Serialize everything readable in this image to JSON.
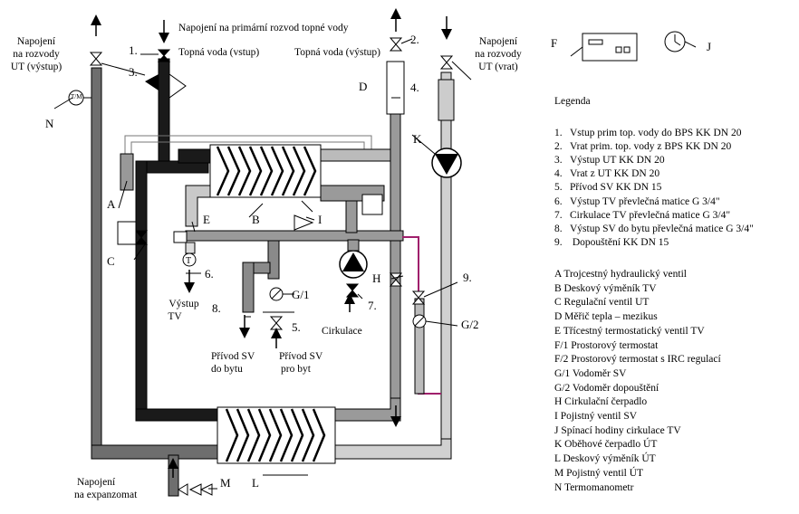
{
  "texts": {
    "primary_connection": "Napojení na primární rozvod topné vody",
    "ut_out_1": "Napojení",
    "ut_out_2": "na rozvody",
    "ut_out_3": "UT (výstup)",
    "ut_back_1": "Napojení",
    "ut_back_2": "na rozvody",
    "ut_back_3": "UT (vrat)",
    "heating_water_in": "Topná voda (vstup)",
    "heating_water_out": "Topná voda (výstup)",
    "tv_out_1": "Výstup",
    "tv_out_2": "TV",
    "sv_flat_1": "Přívod SV",
    "sv_flat_2": "do bytu",
    "sv_for_flats_1": "Přívod SV",
    "sv_for_flats_2": "pro byt",
    "circulation": "Cirkulace",
    "expansion_1": "Napojení",
    "expansion_2": "na expanzomat",
    "gauge_label": "T/M"
  },
  "markers": {
    "m1": "1.",
    "m2": "2.",
    "m3": "3.",
    "m4": "4.",
    "m5": "5.",
    "m6": "6.",
    "m7": "7.",
    "m8": "8.",
    "m9": "9.",
    "A": "A",
    "B": "B",
    "C": "C",
    "D": "D",
    "E": "E",
    "F": "F",
    "G1": "G/1",
    "G2": "G/2",
    "H": "H",
    "I": "I",
    "J": "J",
    "K": "K",
    "L": "L",
    "M": "M",
    "N": "N"
  },
  "legend": {
    "title": "Legenda",
    "numbered": [
      {
        "n": "1.",
        "text": "Vstup prim top. vody do BPS  KK DN 20"
      },
      {
        "n": "2.",
        "text": "Vrat prim. top. vody z BPS  KK DN 20"
      },
      {
        "n": "3.",
        "text": "Výstup UT  KK DN 20"
      },
      {
        "n": "4.",
        "text": "Vrat z UT KK DN 20"
      },
      {
        "n": "5.",
        "text": "Přívod SV    KK DN 15"
      },
      {
        "n": "6.",
        "text": "Výstup TV  převlečná matice G 3/4\""
      },
      {
        "n": "7.",
        "text": "Cirkulace  TV převlečná matice G 3/4\""
      },
      {
        "n": "8.",
        "text": "Výstup SV do bytu  převlečná matice G 3/4\""
      },
      {
        "n": "9.",
        "text": " Dopouštění KK DN 15"
      }
    ],
    "lettered": [
      "A  Trojcestný hydraulický ventil",
      "B  Deskový výměník TV",
      "C  Regulační ventil UT",
      "D  Měřič tepla – mezikus",
      "E  Třícestný termostatický ventil TV",
      "F/1   Prostorový termostat",
      "F/2   Prostorový termostat s IRC regulací",
      "G/1  Vodoměr SV",
      "G/2  Vodoměr dopouštění",
      "H  Cirkulační čerpadlo",
      "I    Pojistný ventil SV",
      "J   Spínací hodiny cirkulace TV",
      "K  Oběhové čerpadlo ÚT",
      "L  Deskový výměník ÚT",
      "M Pojistný ventil ÚT",
      "N  Termomanometr"
    ]
  }
}
